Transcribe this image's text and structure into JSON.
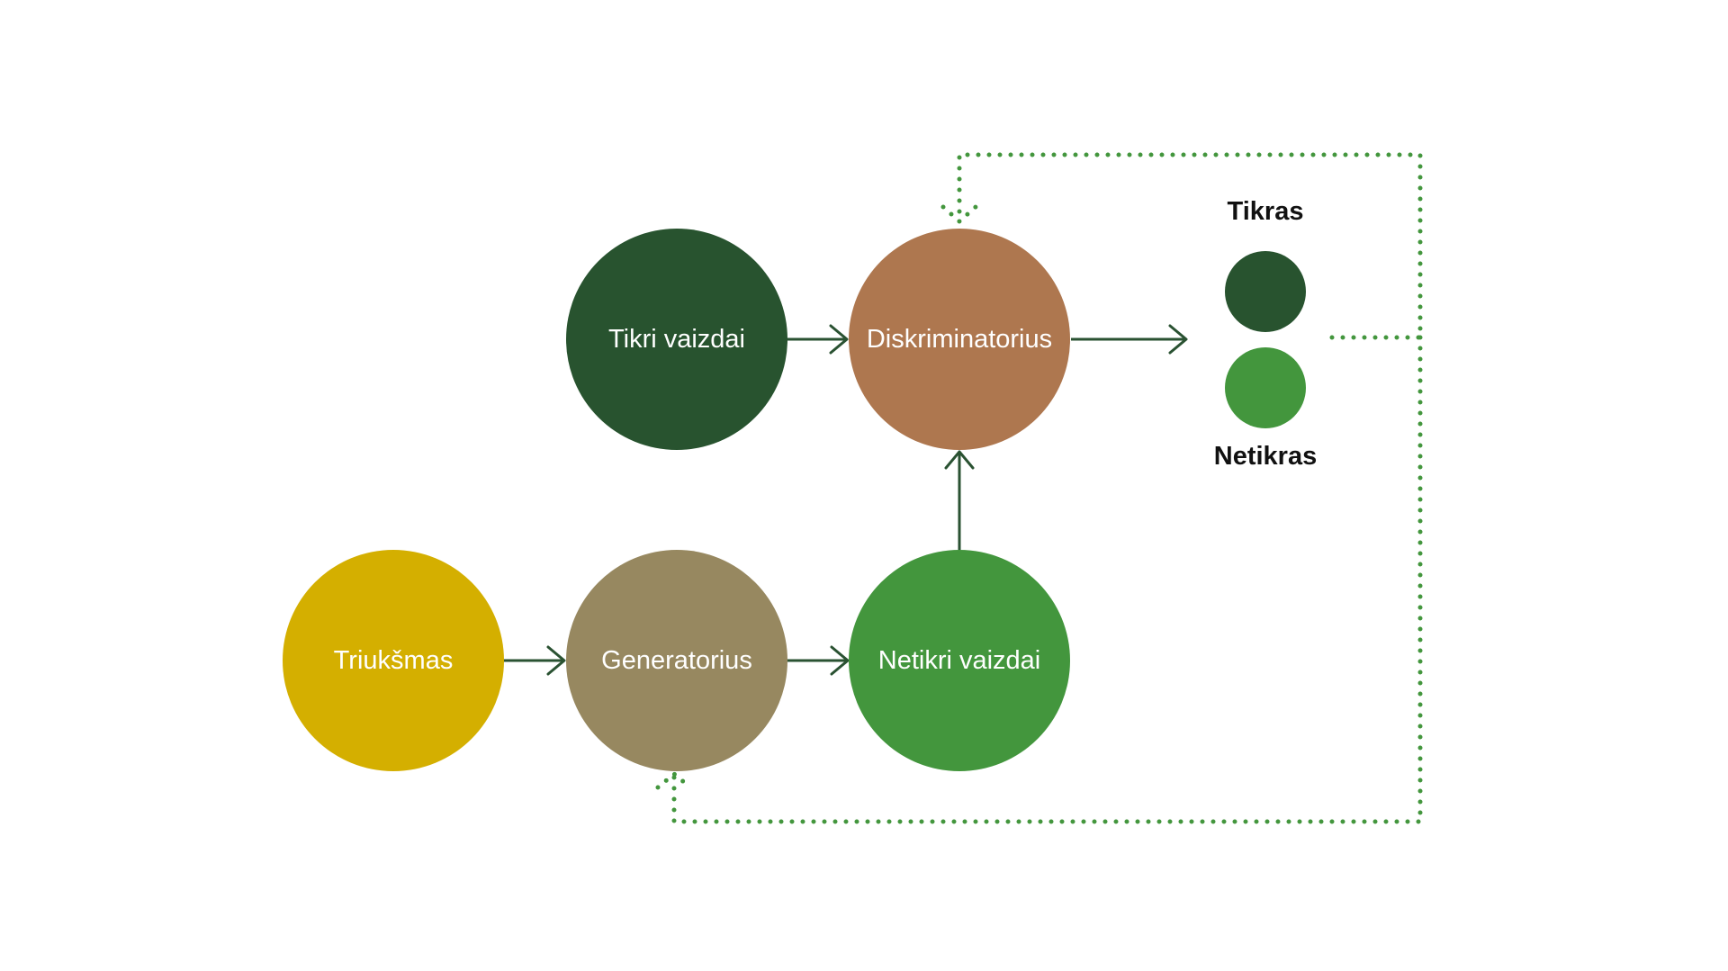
{
  "diagram": {
    "nodes": {
      "real_images": {
        "label": "Tikri vaizdai",
        "color": "#28532f"
      },
      "discriminator": {
        "label": "Diskriminatorius",
        "color": "#ae774f"
      },
      "noise": {
        "label": "Triukšmas",
        "color": "#d4af00"
      },
      "generator": {
        "label": "Generatorius",
        "color": "#978860"
      },
      "fake_images": {
        "label": "Netikri vaizdai",
        "color": "#43963d"
      }
    },
    "legend": {
      "real": {
        "label": "Tikras",
        "color": "#28532f"
      },
      "fake": {
        "label": "Netikras",
        "color": "#43963d"
      }
    },
    "edges": [
      {
        "from": "real_images",
        "to": "discriminator"
      },
      {
        "from": "noise",
        "to": "generator"
      },
      {
        "from": "generator",
        "to": "fake_images"
      },
      {
        "from": "fake_images",
        "to": "discriminator"
      },
      {
        "from": "discriminator",
        "to": "legend"
      }
    ],
    "feedback": {
      "targets": [
        "discriminator",
        "generator"
      ],
      "line_color": "#43963d",
      "style": "dotted"
    },
    "arrow_color": "#2a5232"
  }
}
